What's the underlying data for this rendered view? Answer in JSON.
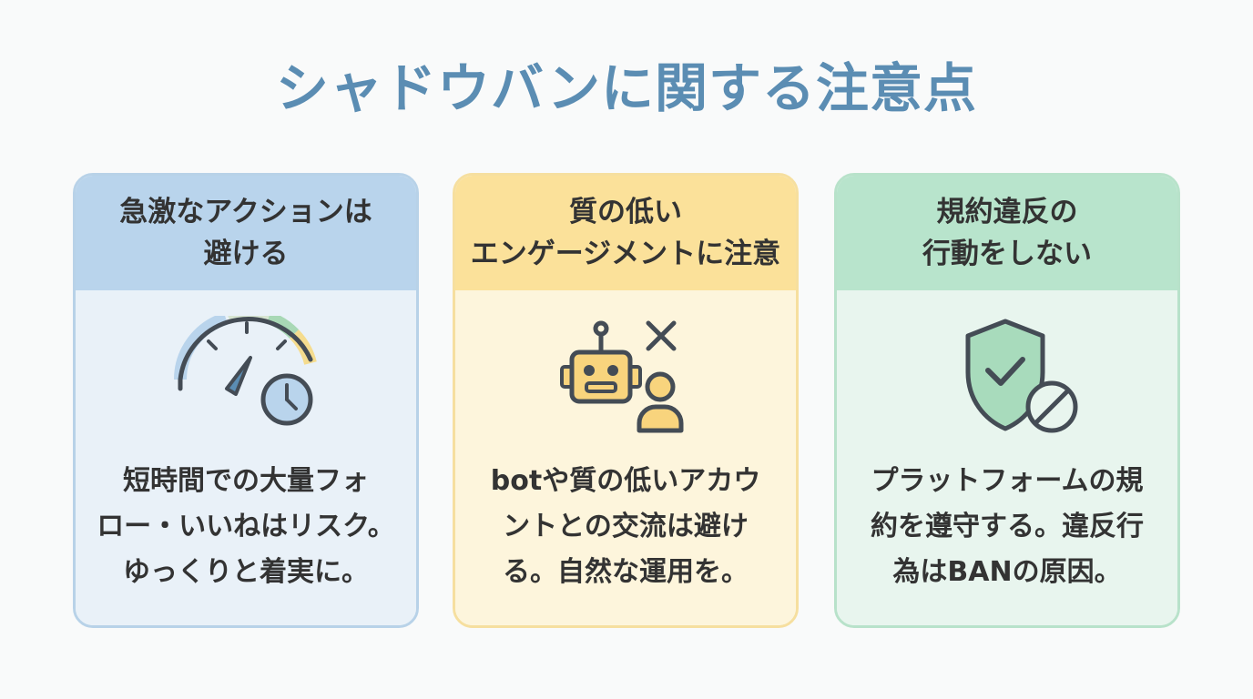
{
  "title": "シャドウバンに関する注意点",
  "cards": [
    {
      "header": "急激なアクションは\n避ける",
      "icon": "speedometer-clock-icon",
      "description": "短時間での大量フォ\nロー・いいねはリスク。\nゆっくりと着実に。",
      "colors": {
        "header": "#b9d4ec",
        "body": "#e9f1f8",
        "border": "#b8d2e8"
      }
    },
    {
      "header": "質の低い\nエンゲージメントに注意",
      "icon": "robot-cross-user-icon",
      "description": "botや質の低いアカウ\nントとの交流は避け\nる。自然な運用を。",
      "colors": {
        "header": "#fbe19a",
        "body": "#fdf5dc",
        "border": "#f6df9f"
      }
    },
    {
      "header": "規約違反の\n行動をしない",
      "icon": "shield-check-prohibited-icon",
      "description": "プラットフォームの規\n約を遵守する。違反行\n為はBANの原因。",
      "colors": {
        "header": "#b8e4cc",
        "body": "#e8f5ee",
        "border": "#b8e2ca"
      }
    }
  ],
  "colors": {
    "title": "#5b8db3",
    "text": "#333333",
    "icon_stroke": "#444c55"
  }
}
